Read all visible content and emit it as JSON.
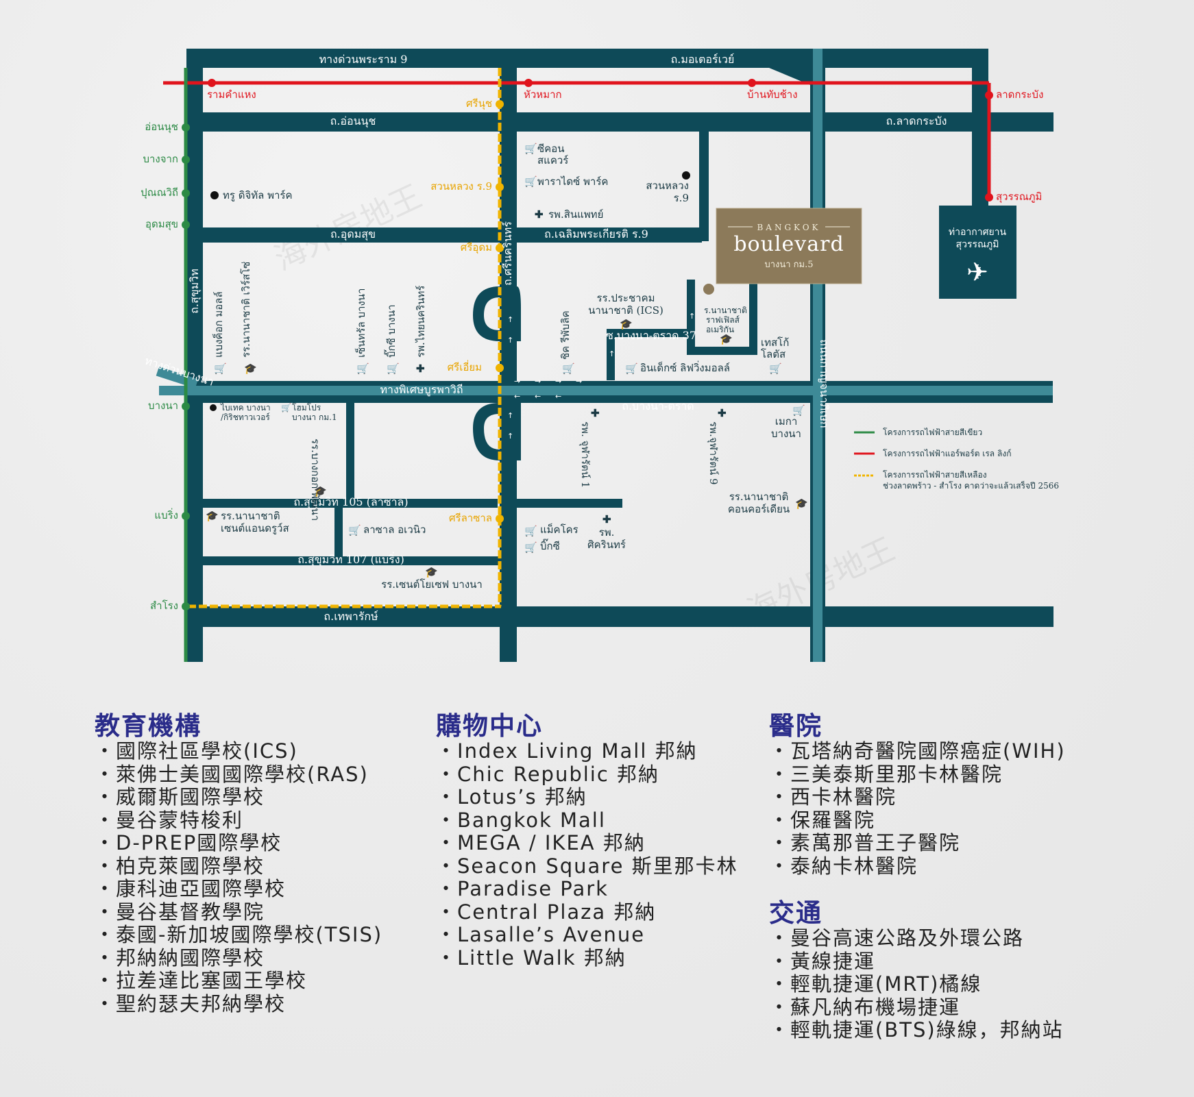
{
  "roads": {
    "top_left": "ทางด่วนพระราม 9",
    "top_right": "ถ.มอเตอร์เวย์",
    "onnut": "ถ.อ่อนนุช",
    "latkrabang": "ถ.ลาดกระบัง",
    "udomsuk": "ถ.อุดมสุข",
    "chalerm": "ถ.เฉลิมพระเกียรติ ร.9",
    "sukhumvit": "ถ.สุขุมวิท",
    "srinakarin": "ถ.ศรีนครินทร์",
    "expressway": "ทางพิเศษบูรพาวิถี",
    "bangna_trad": "ถ.บางนา-ตราด",
    "bangna_trad37": "ซ.บางนา-ตราด 37",
    "outer_ring": "ถนนกาญจนาภิเษก",
    "soi105": "ถ.สุขุมวิท 105 (ลาซาล)",
    "soi107": "ถ.สุขุมวิท 107 (แบริ่ง)",
    "theparak": "ถ.เทพารักษ์",
    "bangna_spur": "ทางด่วนบางนา"
  },
  "stations": {
    "red": [
      "รามคำแหง",
      "หัวหมาก",
      "บ้านทับช้าง",
      "ลาดกระบัง",
      "สุวรรณภูมิ"
    ],
    "yellow": [
      "ศรีนุช",
      "สวนหลวง ร.9",
      "ศรีอุดม",
      "ศรีเอี่ยม",
      "ศรีลาซาล"
    ],
    "green": [
      "อ่อนนุช",
      "บางจาก",
      "ปุณณวิถี",
      "อุดมสุข",
      "บางนา",
      "แบริ่ง",
      "สำโรง"
    ]
  },
  "places": {
    "seacon1": "ซีคอน",
    "seacon2": "สแควร์",
    "paradise": "พาราไดซ์ พาร์ค",
    "sikarin": "รพ.สินแพทย์",
    "suanluang1": "สวนหลวง",
    "suanluang2": "ร.9",
    "true": "ทรู ดิจิทัล พาร์ค",
    "ics1": "รร.ประชาคม",
    "ics2": "นานาชาติ (ICS)",
    "ras1": "ร.นานาชาติ",
    "ras2": "ราฟเฟิลส์",
    "ras3": "อเมริกัน",
    "lotus1": "เทสโก้",
    "lotus2": "โลตัส",
    "index": "อินเด็กซ์ ลิฟวิ่งมอลล์",
    "chic": "ชิค รีพับลิค",
    "bangkokmall": "แบงค็อก มอลล์",
    "verso": "รร.นานาชาติ เวิร์สโซ่",
    "central": "เซ็นทรัล บางนา",
    "bigc": "บิ๊กซี บางนา",
    "thainakarin": "รพ.ไทยนครินทร์",
    "biotec1": "ไบเทค บางนา",
    "biotec2": "/กิริชทาวเวอร์",
    "homepro1": "โฮมโปร",
    "homepro2": "บางนา กม.1",
    "bangkok_patana": "รร.บางกอก พัฒนา",
    "chularat": "รพ. จุฬารัตน์ 1",
    "ramkhamhaeng": "รพ.จุฬารัตน์ 9",
    "mega1": "เมกา",
    "mega2": "บางนา",
    "concordian1": "รร.นานาชาติ",
    "concordian2": "คอนคอร์เดียน",
    "st_andrews1": "รร.นานาชาติ",
    "st_andrews2": "เซนต์แอนดรูว์ส",
    "lasalle": "ลาซาล อเวนิว",
    "makro": "แม็คโคร",
    "bigc2": "บิ๊กซี",
    "sikarin_hosp1": "รพ.",
    "sikarin_hosp2": "ศิครินทร์",
    "st_joseph": "รร.เซนต์โยเซฟ บางนา",
    "airport1": "ท่าอากาศยาน",
    "airport2": "สุวรรณภูมิ"
  },
  "brand": {
    "top": "BANGKOK",
    "main": "boulevard",
    "sub": "บางนา กม.5"
  },
  "legend": {
    "green": "โครงการรถไฟฟ้าสายสีเขียว",
    "red": "โครงการรถไฟฟ้าแอร์พอร์ต เรล ลิงก์",
    "yellow1": "โครงการรถไฟฟ้าสายสีเหลือง",
    "yellow2": "ช่วงลาดพร้าว - สำโรง คาดว่าจะแล้วเสร็จปี 2566"
  },
  "watermark": "海外房地王",
  "colors": {
    "road": "#0e4a58",
    "road_light": "#3e8a97",
    "red_line": "#e0141d",
    "yellow_line": "#f0b400",
    "green_line": "#2c8a45",
    "brand_box": "#8c7a5a",
    "heading": "#2a2c8a"
  },
  "education": {
    "heading": "教育機構",
    "items": [
      "國際社區學校(ICS)",
      "萊佛士美國國際學校(RAS)",
      "威爾斯國際學校",
      "曼谷蒙特梭利",
      "D-PREP國際學校",
      "柏克萊國際學校",
      "康科迪亞國際學校",
      "曼谷基督教學院",
      "泰國-新加坡國際學校(TSIS)",
      "邦納納國際學校",
      "拉差達比塞國王學校",
      "聖約瑟夫邦納學校"
    ]
  },
  "shopping": {
    "heading": "購物中心",
    "items": [
      "Index Living Mall 邦納",
      "Chic Republic 邦納",
      "Lotus’s 邦納",
      "Bangkok Mall",
      "MEGA / IKEA 邦納",
      "Seacon Square 斯里那卡林",
      "Paradise Park",
      "Central Plaza 邦納",
      "Lasalle’s Avenue",
      "Little Walk 邦納"
    ]
  },
  "hospitals": {
    "heading": "醫院",
    "items": [
      "瓦塔納奇醫院國際癌症(WIH)",
      "三美泰斯里那卡林醫院",
      "西卡林醫院",
      "保羅醫院",
      "素萬那普王子醫院",
      "泰納卡林醫院"
    ]
  },
  "transport": {
    "heading": "交通",
    "items": [
      "曼谷高速公路及外環公路",
      "黃線捷運",
      "輕軌捷運(MRT)橘線",
      "蘇凡納布機場捷運",
      "輕軌捷運(BTS)綠線，邦納站"
    ]
  }
}
